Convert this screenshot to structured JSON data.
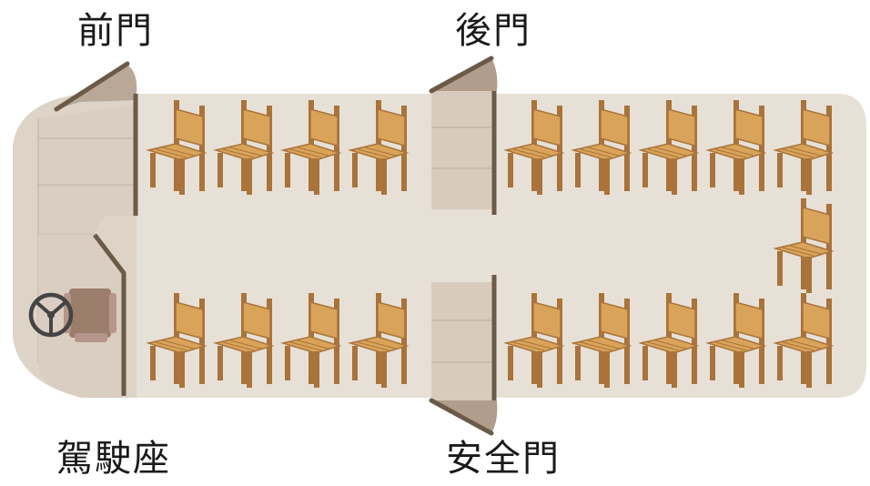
{
  "labels": {
    "front_door": "前門",
    "rear_door": "後門",
    "driver_seat": "駕駛座",
    "emergency_door": "安全門"
  },
  "colors": {
    "floor": "#e7e0d6",
    "cab_floor": "#ddd3c6",
    "door_panel": "#d8cbbd",
    "wall": "#6b5a48",
    "door_flap": "#b09d8c",
    "chair": "#d9a45a",
    "chair_dark": "#a9733a",
    "wheel": "#444444",
    "driver_seat": "#9c7d6c"
  },
  "icons": {
    "chair": "chair-icon",
    "wheel": "steering-wheel-icon",
    "seat": "driver-seat-icon"
  },
  "seating": {
    "chair_count": 19
  }
}
